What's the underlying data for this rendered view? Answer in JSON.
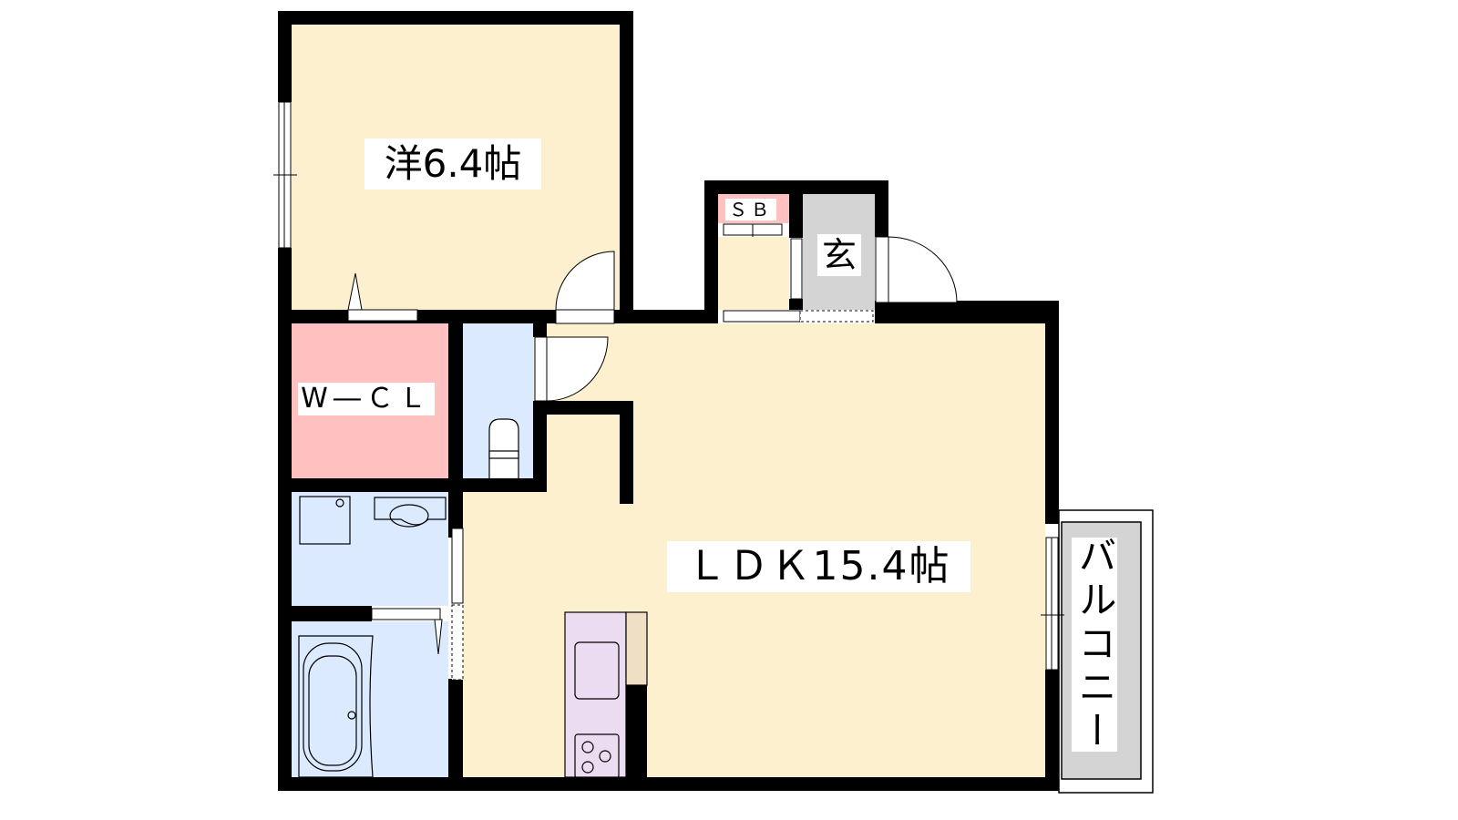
{
  "floorplan": {
    "rooms": {
      "western": "洋6.4帖",
      "ldk": "ＬＤＫ15.4帖",
      "walk_in_closet": "W―ＣＬ",
      "shoe_box": "ＳＢ",
      "entrance": "玄",
      "balcony": "バルコニー"
    },
    "colors": {
      "floor": "#fdf0cf",
      "closet": "#ffc0c0",
      "wet_area": "#dbeafe",
      "kitchen": "#ecdcf2",
      "entrance": "#d4d4d4",
      "wall": "#000000"
    }
  }
}
